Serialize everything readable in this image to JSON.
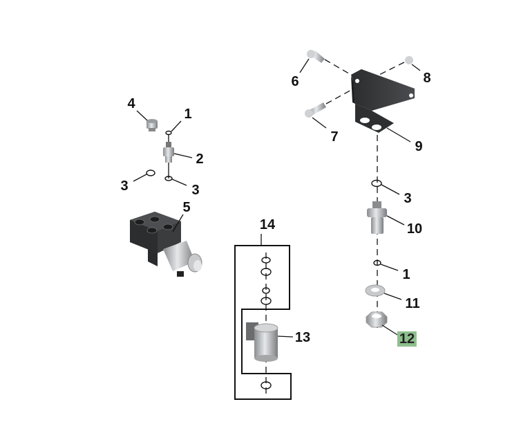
{
  "diagram": {
    "callouts": [
      {
        "id": "c4",
        "number": "4"
      },
      {
        "id": "c1a",
        "number": "1"
      },
      {
        "id": "c2",
        "number": "2"
      },
      {
        "id": "c3a",
        "number": "3"
      },
      {
        "id": "c3b",
        "number": "3"
      },
      {
        "id": "c5",
        "number": "5"
      },
      {
        "id": "c14",
        "number": "14"
      },
      {
        "id": "c13",
        "number": "13"
      },
      {
        "id": "c6",
        "number": "6"
      },
      {
        "id": "c8",
        "number": "8"
      },
      {
        "id": "c7",
        "number": "7"
      },
      {
        "id": "c9",
        "number": "9"
      },
      {
        "id": "c3c",
        "number": "3"
      },
      {
        "id": "c10",
        "number": "10"
      },
      {
        "id": "c1b",
        "number": "1"
      },
      {
        "id": "c11",
        "number": "11"
      },
      {
        "id": "c12",
        "number": "12"
      }
    ],
    "highlighted_callout": "12",
    "highlight_color": "#8dbf8d"
  }
}
